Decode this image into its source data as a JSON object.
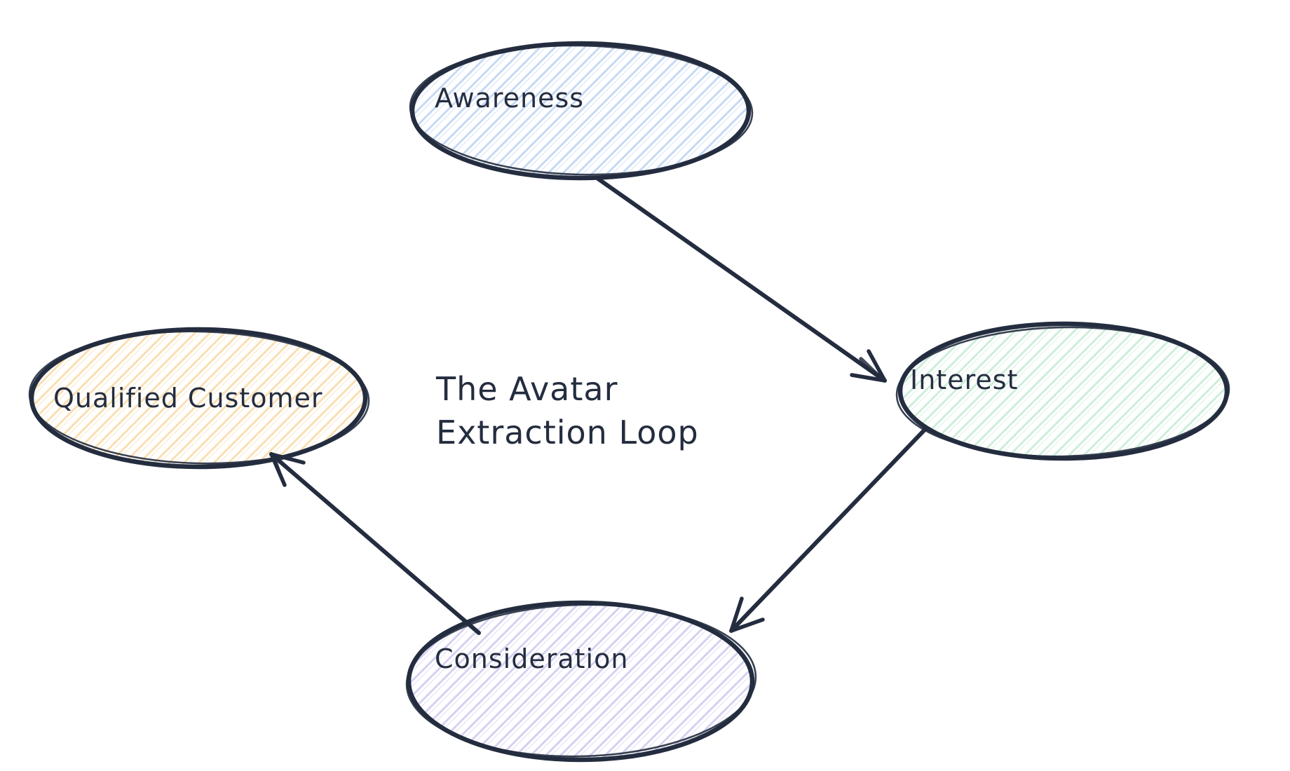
{
  "diagram": {
    "title": {
      "line1": "The Avatar",
      "line2": "Extraction Loop"
    },
    "nodes": [
      {
        "id": "awareness",
        "label": "Awareness",
        "shape": "ellipse",
        "hatch_color": "#c7d9f4"
      },
      {
        "id": "interest",
        "label": "Interest",
        "shape": "ellipse",
        "hatch_color": "#cdeeda"
      },
      {
        "id": "consideration",
        "label": "Consideration",
        "shape": "ellipse",
        "hatch_color": "#d5d1f2"
      },
      {
        "id": "qualified-customer",
        "label": "Qualified Customer",
        "shape": "ellipse",
        "hatch_color": "#fadfb3"
      }
    ],
    "edges": [
      {
        "from": "awareness",
        "to": "interest",
        "style": "arrow"
      },
      {
        "from": "interest",
        "to": "consideration",
        "style": "arrow"
      },
      {
        "from": "consideration",
        "to": "qualified-customer",
        "style": "arrow"
      }
    ],
    "colors": {
      "stroke": "#242d3f",
      "background": "#ffffff"
    }
  }
}
